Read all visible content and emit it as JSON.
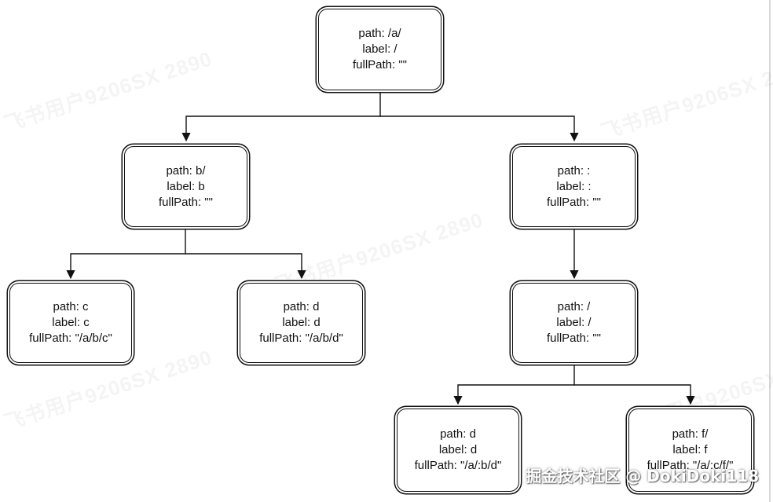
{
  "watermark": "飞书用户9206SX 2890",
  "footer_watermark": "掘金技术社区 @ DokiDoki118",
  "nodes": {
    "root": {
      "path": "path: /a/",
      "label": "label: /",
      "fullPath": "fullPath: \"\""
    },
    "b": {
      "path": "path: b/",
      "label": "label: b",
      "fullPath": "fullPath: \"\""
    },
    "param": {
      "path": "path: :",
      "label": "label: :",
      "fullPath": "fullPath: \"\""
    },
    "c": {
      "path": "path: c",
      "label": "label: c",
      "fullPath": "fullPath: \"/a/b/c\""
    },
    "bd": {
      "path": "path: d",
      "label": "label: d",
      "fullPath": "fullPath: \"/a/b/d\""
    },
    "slash": {
      "path": "path: /",
      "label": "label: /",
      "fullPath": "fullPath: \"\""
    },
    "cd": {
      "path": "path: d",
      "label": "label: d",
      "fullPath": "fullPath: \"/a/:b/d\""
    },
    "f": {
      "path": "path: f/",
      "label": "label: f",
      "fullPath": "fullPath: \"/a/:c/f/\""
    }
  },
  "colors": {
    "stroke": "#111111",
    "background": "#ffffff"
  }
}
